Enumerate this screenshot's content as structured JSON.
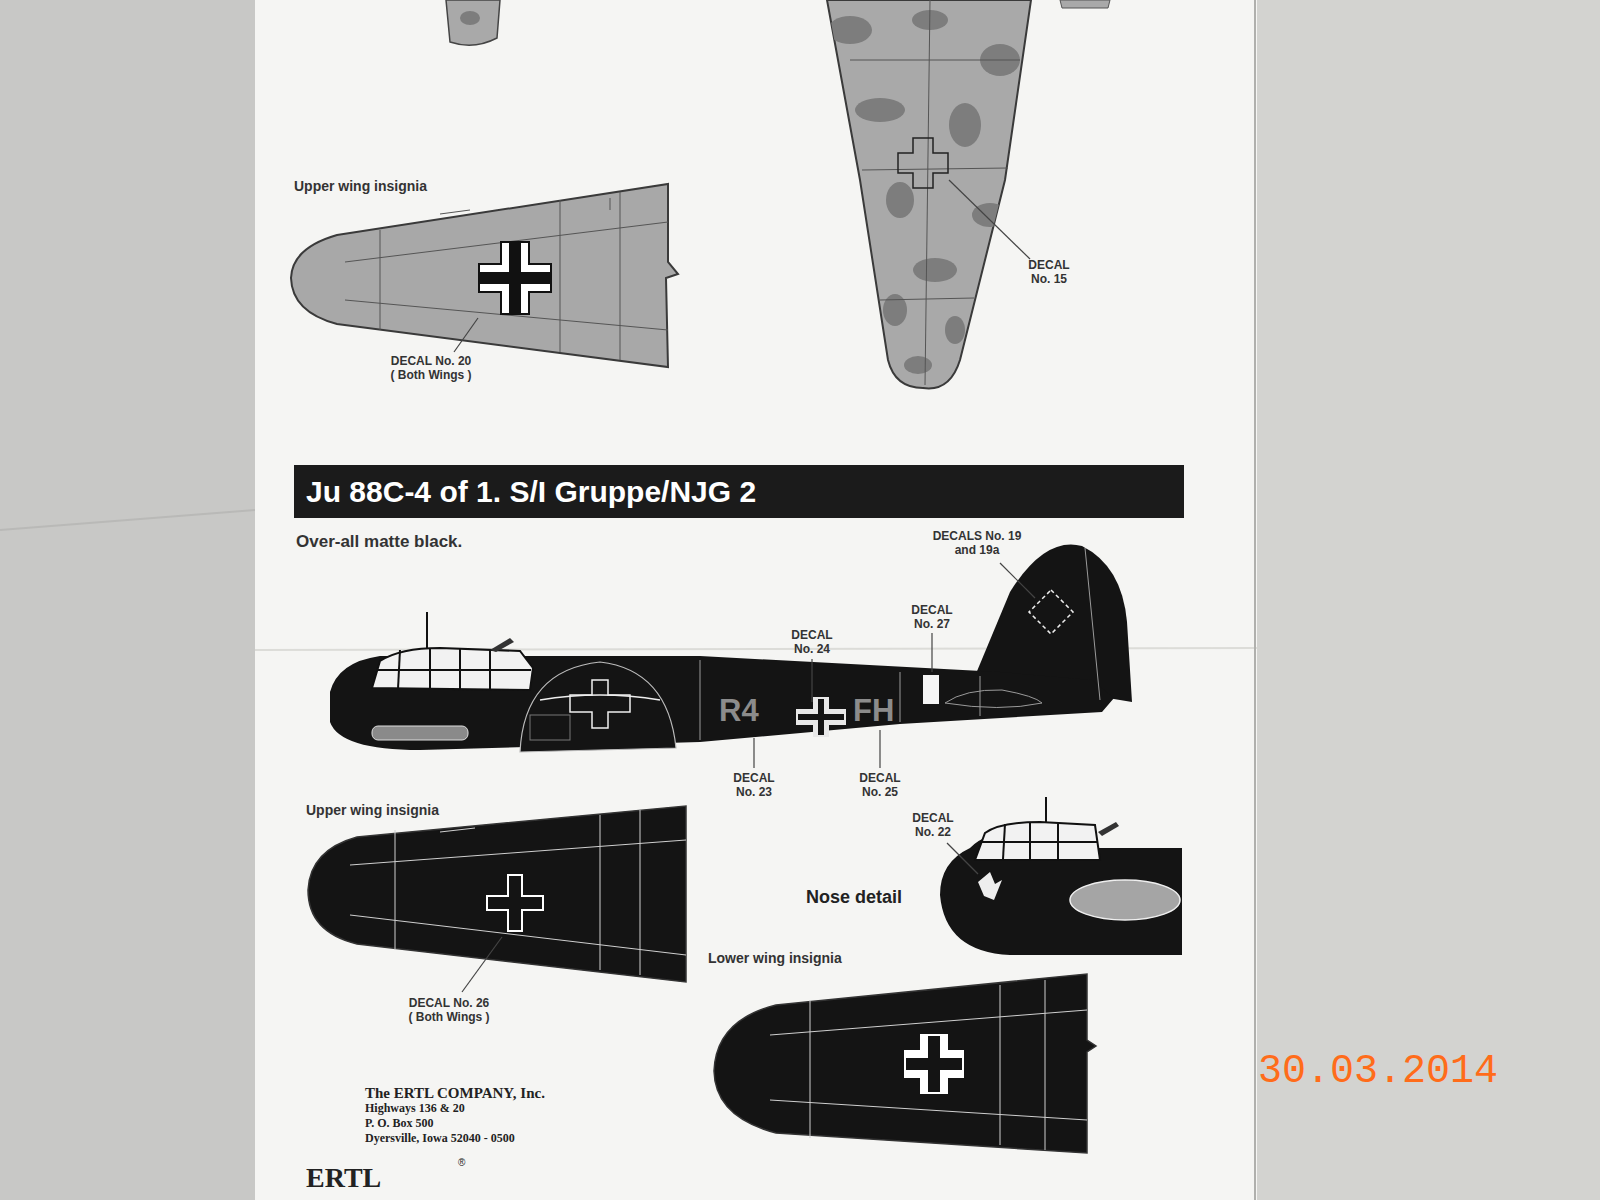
{
  "diagram": {
    "nodes": [
      {
        "text": [
          "Ju 88C-4 of 1. S/I Gruppe/NJG 2"
        ]
      }
    ],
    "labels": [
      "Upper wing insignia",
      "DECAL No. 20 ( Both Wings )",
      "DECAL No. 15",
      "Over-all matte black.",
      "DECALS No. 19 and 19a",
      "DECAL No. 27",
      "DECAL No. 24",
      "R4",
      "FH",
      "DECAL No. 23",
      "DECAL No. 25",
      "Upper wing insignia",
      "DECAL No. 22",
      "Nose detail",
      "DECAL No. 26 ( Both Wings )",
      "Lower wing insignia",
      "The ERTL COMPANY, Inc.",
      "Highways 136 & 20",
      "P. O. Box 500",
      "Dyersville, Iowa 52040 - 0500",
      "ERTL",
      "®",
      "30.03.2014"
    ]
  }
}
